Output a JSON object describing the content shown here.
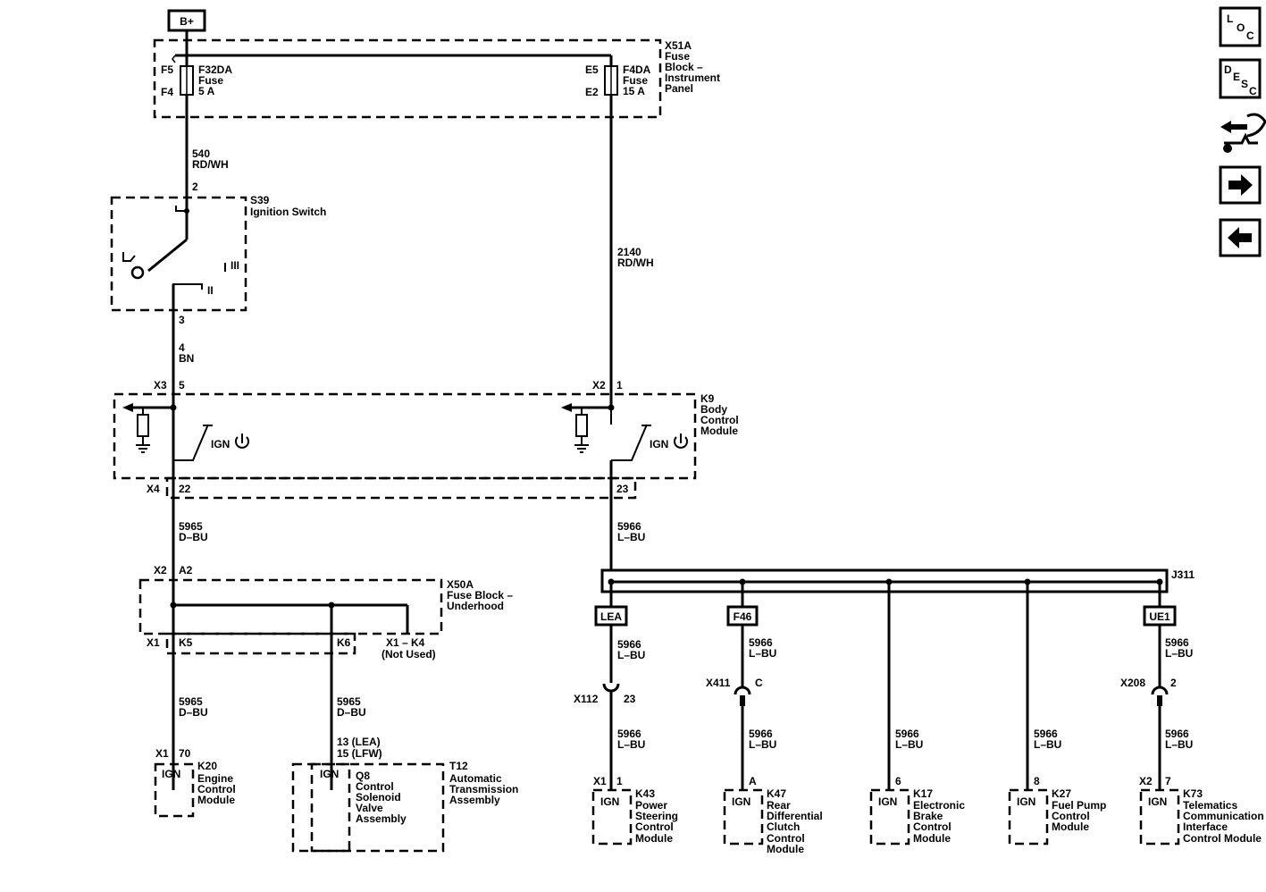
{
  "supply": "B+",
  "fuse_block_ip": {
    "name": "X51A",
    "desc": [
      "Fuse",
      "Block –",
      "Instrument",
      "Panel"
    ],
    "fuse_left": {
      "pin_top": "F5",
      "pin_bottom": "F4",
      "name": "F32DA",
      "word": "Fuse",
      "rating": "5 A"
    },
    "fuse_right": {
      "pin_top": "E5",
      "pin_bottom": "E2",
      "name": "F4DA",
      "word": "Fuse",
      "rating": "15 A"
    }
  },
  "wires": {
    "w540": {
      "circuit": "540",
      "color": "RD/WH"
    },
    "w2140": {
      "circuit": "2140",
      "color": "RD/WH"
    },
    "w4": {
      "circuit": "4",
      "color": "BN"
    },
    "w5965_a": {
      "circuit": "5965",
      "color": "D–BU"
    },
    "w5966_a": {
      "circuit": "5966",
      "color": "L–BU"
    },
    "w5965_b": {
      "circuit": "5965",
      "color": "D–BU"
    },
    "w5965_c": {
      "circuit": "5965",
      "color": "D–BU"
    },
    "w5966_lea": {
      "circuit": "5966",
      "color": "L–BU"
    },
    "w5966_f46": {
      "circuit": "5966",
      "color": "L–BU"
    },
    "w5966_ue1": {
      "circuit": "5966",
      "color": "L–BU"
    },
    "w5966_k43": {
      "circuit": "5966",
      "color": "L–BU"
    },
    "w5966_k47": {
      "circuit": "5966",
      "color": "L–BU"
    },
    "w5966_k17": {
      "circuit": "5966",
      "color": "L–BU"
    },
    "w5966_k27": {
      "circuit": "5966",
      "color": "L–BU"
    },
    "w5966_k73": {
      "circuit": "5966",
      "color": "L–BU"
    }
  },
  "ignition_switch": {
    "name": "S39",
    "desc": "Ignition Switch",
    "pin_in": "2",
    "pin_out": "3",
    "pos_iii": "III",
    "pos_ii": "II"
  },
  "bcm": {
    "name": "K9",
    "desc": [
      "Body",
      "Control",
      "Module"
    ],
    "conn_left": "X3",
    "pin_left": "5",
    "conn_right": "X2",
    "pin_right": "1",
    "ign_left": "IGN",
    "ign_right": "IGN",
    "out_conn": "X4",
    "out_pin_left": "22",
    "out_pin_right": "23"
  },
  "fuse_block_uh": {
    "name": "X50A",
    "desc": [
      "Fuse Block –",
      "Underhood"
    ],
    "conn_in": "X2",
    "pin_in": "A2",
    "conn_out": "X1",
    "pin_k5": "K5",
    "pin_k6": "K6",
    "not_used": [
      "X1 – K4",
      "(Not Used)"
    ]
  },
  "splice": {
    "name": "J311"
  },
  "options": {
    "lea": "LEA",
    "f46": "F46",
    "ue1": "UE1"
  },
  "inline_connectors": {
    "x112": {
      "name": "X112",
      "pin": "23"
    },
    "x411": {
      "name": "X411",
      "pin": "C"
    },
    "x208": {
      "name": "X208",
      "pin": "2"
    }
  },
  "modules": {
    "k20": {
      "conn": "X1",
      "pin": "70",
      "ign": "IGN",
      "name": "K20",
      "desc": [
        "Engine",
        "Control",
        "Module"
      ]
    },
    "t12": {
      "pins": [
        "13 (LEA)",
        "15 (LFW)"
      ],
      "ign": "IGN",
      "name": "T12",
      "desc": [
        "Automatic",
        "Transmission",
        "Assembly"
      ],
      "inner": "Q8",
      "inner_desc": [
        "Control",
        "Solenoid",
        "Valve",
        "Assembly"
      ]
    },
    "k43": {
      "conn": "X1",
      "pin": "1",
      "ign": "IGN",
      "name": "K43",
      "desc": [
        "Power",
        "Steering",
        "Control",
        "Module"
      ]
    },
    "k47": {
      "pin": "A",
      "ign": "IGN",
      "name": "K47",
      "desc": [
        "Rear",
        "Differential",
        "Clutch",
        "Control",
        "Module"
      ]
    },
    "k17": {
      "pin": "6",
      "ign": "IGN",
      "name": "K17",
      "desc": [
        "Electronic",
        "Brake",
        "Control",
        "Module"
      ]
    },
    "k27": {
      "pin": "8",
      "ign": "IGN",
      "name": "K27",
      "desc": [
        "Fuel Pump",
        "Control",
        "Module"
      ]
    },
    "k73": {
      "conn": "X2",
      "pin": "7",
      "ign": "IGN",
      "name": "K73",
      "desc": [
        "Telematics",
        "Communication",
        "Interface",
        "Control Module"
      ]
    }
  },
  "nav": {
    "loc": {
      "l1": "L",
      "l2": "O",
      "l3": "C"
    },
    "desc": {
      "l1": "D",
      "l2": "E",
      "l3": "S",
      "l4": "C"
    }
  }
}
